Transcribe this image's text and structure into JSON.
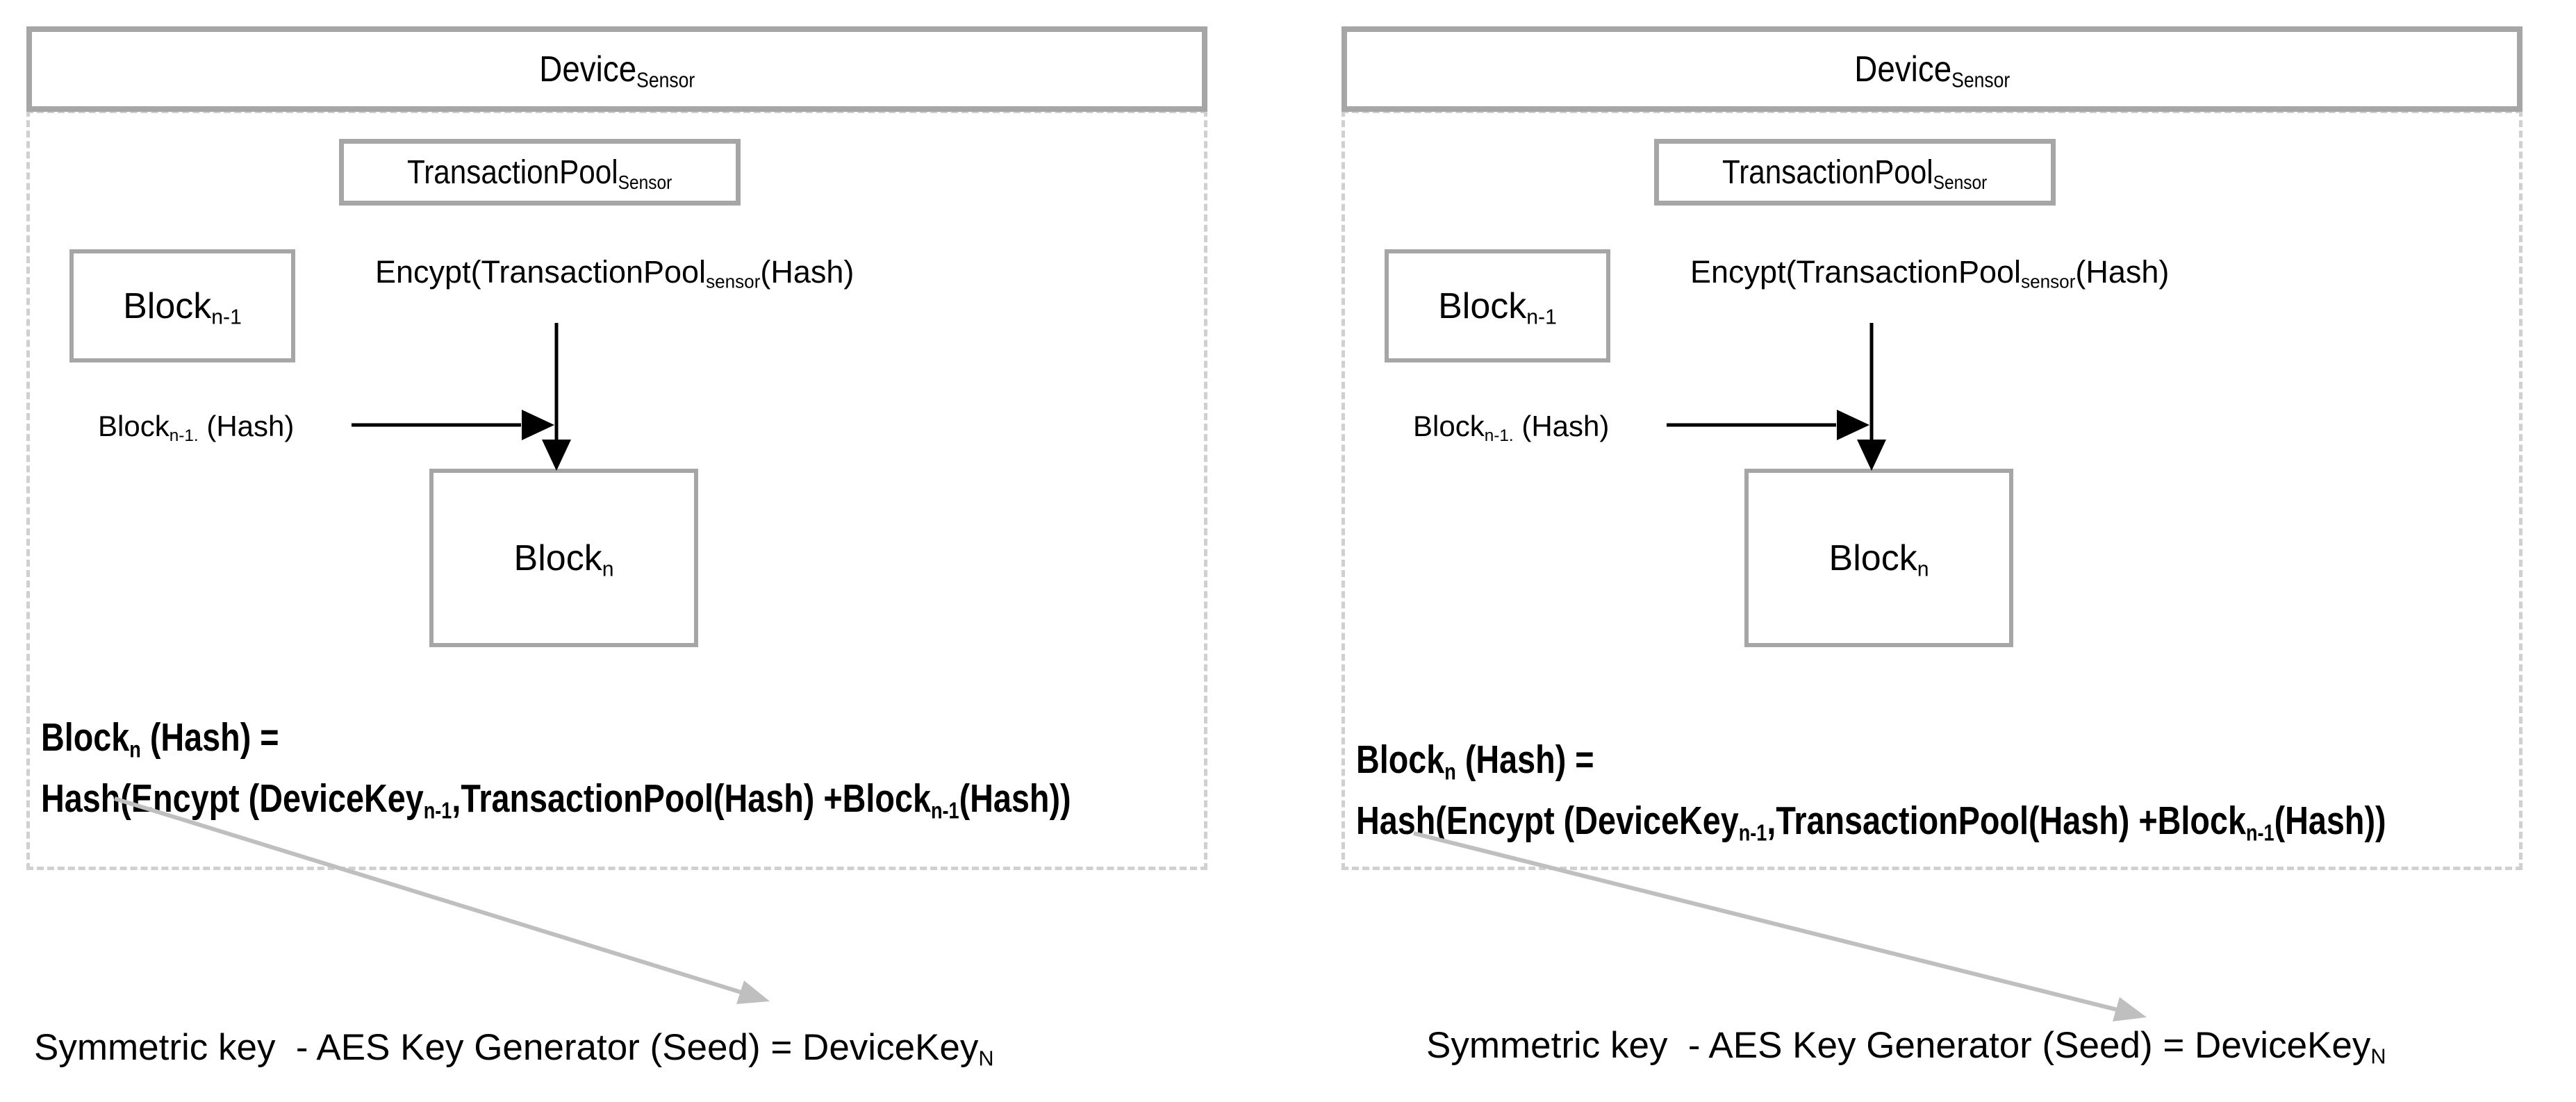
{
  "diagram": {
    "colors": {
      "box_border": "#a6a6a6",
      "dashed_border": "#d0d0d0",
      "arrow_gray": "#bfbfbf",
      "text": "#000000",
      "background": "#ffffff"
    },
    "edges_description": [
      "Encypt(TransactionPool_sensor(Hash) -> Block_n (black arrow down)",
      "Block_n-1. (Hash) -> Block_n (black arrow right)",
      "Block_n (Hash) formula -> Symmetric key caption (gray diagonal arrow)"
    ],
    "panels": [
      {
        "side": "left",
        "device_title": [
          {
            "t": "Device"
          },
          {
            "t": "Sensor",
            "sub": true
          }
        ],
        "transaction_pool": [
          {
            "t": "TransactionPool"
          },
          {
            "t": "Sensor",
            "sub": true
          }
        ],
        "encrypt_label": [
          {
            "t": "Encypt(TransactionPool"
          },
          {
            "t": "sensor",
            "sub": true
          },
          {
            "t": "(Hash)"
          }
        ],
        "block_prev": [
          {
            "t": "Block"
          },
          {
            "t": "n-1",
            "sub": true
          }
        ],
        "block_prev_hash": [
          {
            "t": "Block"
          },
          {
            "t": "n-1.",
            "sub": true
          },
          {
            "t": " (Hash)"
          }
        ],
        "block_current": [
          {
            "t": "Block"
          },
          {
            "t": "n",
            "sub": true
          }
        ],
        "formula_line1": [
          {
            "t": "Block"
          },
          {
            "t": "n",
            "sub": true
          },
          {
            "t": " (Hash) ="
          }
        ],
        "formula_line2": [
          {
            "t": "Hash(Encypt (DeviceKey"
          },
          {
            "t": "n-1",
            "sub": true
          },
          {
            "t": ",TransactionPool(Hash) +Block"
          },
          {
            "t": "n-1",
            "sub": true
          },
          {
            "t": "(Hash))"
          }
        ],
        "symmetric_key": [
          {
            "t": "Symmetric key  - AES Key Generator (Seed) = DeviceKey"
          },
          {
            "t": "N",
            "sub": true
          }
        ]
      },
      {
        "side": "right",
        "device_title": [
          {
            "t": "Device"
          },
          {
            "t": "Sensor",
            "sub": true
          }
        ],
        "transaction_pool": [
          {
            "t": "TransactionPool"
          },
          {
            "t": "Sensor",
            "sub": true
          }
        ],
        "encrypt_label": [
          {
            "t": "Encypt(TransactionPool"
          },
          {
            "t": "sensor",
            "sub": true
          },
          {
            "t": "(Hash)"
          }
        ],
        "block_prev": [
          {
            "t": "Block"
          },
          {
            "t": "n-1",
            "sub": true
          }
        ],
        "block_prev_hash": [
          {
            "t": "Block"
          },
          {
            "t": "n-1.",
            "sub": true
          },
          {
            "t": " (Hash)"
          }
        ],
        "block_current": [
          {
            "t": "Block"
          },
          {
            "t": "n",
            "sub": true
          }
        ],
        "formula_line1": [
          {
            "t": "Block"
          },
          {
            "t": "n",
            "sub": true
          },
          {
            "t": " (Hash) ="
          }
        ],
        "formula_line2": [
          {
            "t": "Hash(Encypt (DeviceKey"
          },
          {
            "t": "n-1",
            "sub": true
          },
          {
            "t": ",TransactionPool(Hash) +Block"
          },
          {
            "t": "n-1",
            "sub": true
          },
          {
            "t": "(Hash))"
          }
        ],
        "symmetric_key": [
          {
            "t": "Symmetric key  - AES Key Generator (Seed) = DeviceKey"
          },
          {
            "t": "N",
            "sub": true
          }
        ]
      }
    ]
  }
}
